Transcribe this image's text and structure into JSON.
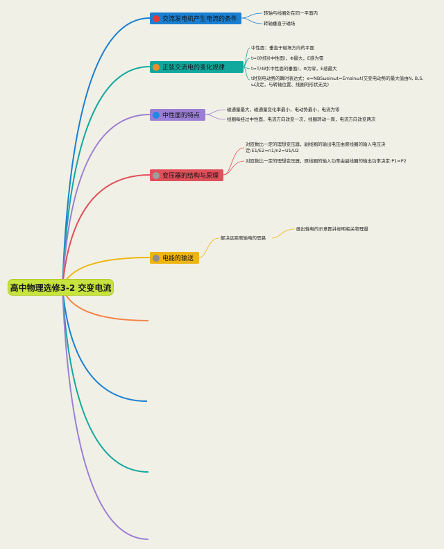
{
  "root": {
    "label": "高中物理选修3-2 交变电流"
  },
  "topics": [
    {
      "label": "交流发电机产生电流的条件",
      "color": "#1b7fd1",
      "icon": "red-circle-icon",
      "icon_color": "#e53935",
      "children": [
        "转轴与线圈处在同一平面内",
        "转轴垂直于磁场"
      ]
    },
    {
      "label": "正弦交流电的变化规律",
      "color": "#13a89e",
      "icon": "orange-circle-icon",
      "icon_color": "#f28c28",
      "children": [
        "中性面：垂直于磁场方向的平面",
        "t=0时刻(中性面)，Φ最大，E感为零",
        "t=T/4时(中性面的垂面)，Φ为零，E感最大",
        "t时刻电动势的瞬时表达式：e=NBSωsinωt=Emsinωt(交变电动势的最大值由N, B,S, ω决定，与转轴位置、线圈的形状无关)"
      ]
    },
    {
      "label": "中性面的特点",
      "color": "#9b7fd4",
      "icon": "blue-circle-icon",
      "icon_color": "#1e88e5",
      "children": [
        "磁通量最大，磁通量变化率最小，电动势最小，电流为零",
        "线圈每经过中性面，电流方向改变一次，线圈转动一周，电流方向改变两次"
      ]
    },
    {
      "label": "变压器的结构与原理",
      "color": "#e0505a",
      "icon": "gray-circle-icon",
      "icon_color": "#9e9e9e",
      "children": [
        "对匝数比一定的理想变压器，副线圈的输出电压由原线圈的输入电压决定:E1/E2=n1/n2=U1/U2",
        "对匝数比一定的理想变压器，原线圈的输入功率由副线圈的输出功率决定:P1=P2"
      ]
    },
    {
      "label": "电能的输送",
      "color": "#eeb50f",
      "icon": "gray-circle-icon",
      "icon_color": "#8d8d8d",
      "child": "解决远距离输电的思路",
      "grandchild": "画出输电的示意图并标明相关物理量"
    }
  ],
  "branch_colors": [
    "#1b7fd1",
    "#13a89e",
    "#9b7fd4",
    "#e0505a",
    "#eeb50f",
    "#f3844a",
    "#1b7fd1",
    "#13a89e",
    "#9b7fd4"
  ]
}
